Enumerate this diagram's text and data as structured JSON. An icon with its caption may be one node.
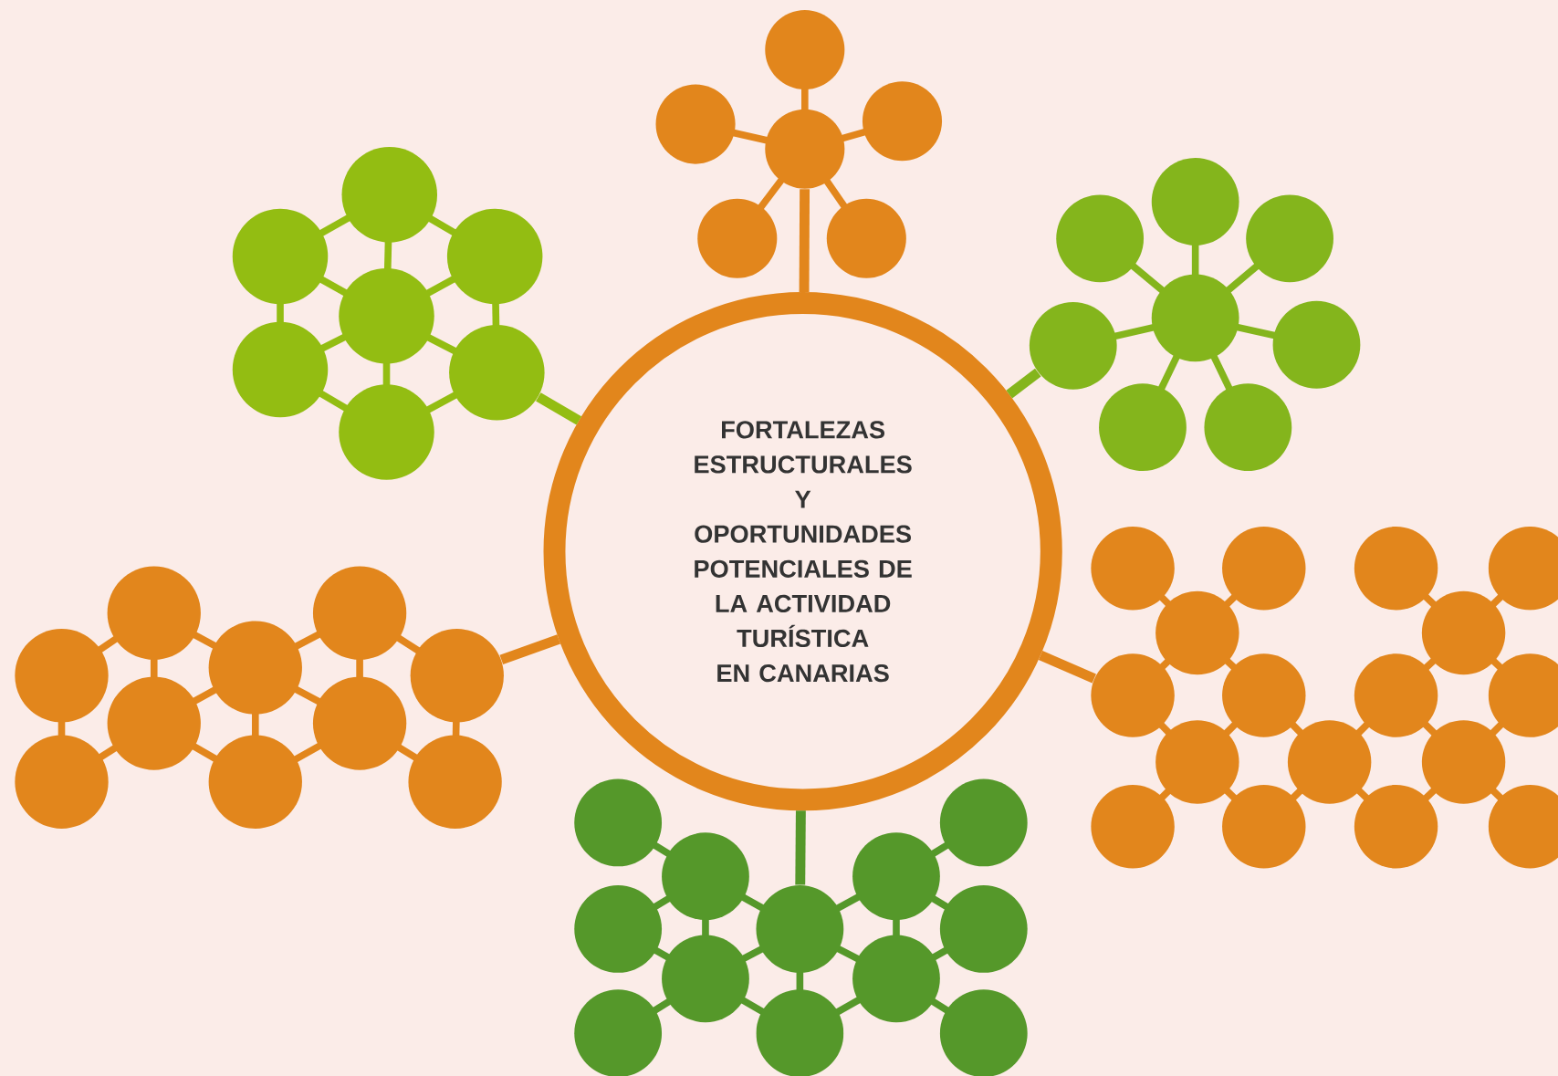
{
  "diagram": {
    "nodes": [
      {
        "text": [
          "FORTALEZAS ESTRUCTURALES Y OPORTUNIDADES POTENCIALES DE LA ACTIVIDAD TURÍSTICA EN CANARIAS"
        ]
      },
      {
        "text": [],
        "shape": "picture"
      },
      {
        "text": [],
        "shape": "picture"
      },
      {
        "text": [],
        "shape": "picture"
      },
      {
        "text": [],
        "shape": "picture"
      },
      {
        "text": [],
        "shape": "picture"
      },
      {
        "text": [],
        "shape": "picture"
      }
    ],
    "edges": [
      {
        "from": 0,
        "to": 1,
        "arrow": "none"
      },
      {
        "from": 0,
        "to": 2,
        "arrow": "none",
        "color": "#93bd12"
      },
      {
        "from": 0,
        "to": 3,
        "arrow": "none",
        "color": "#84b51c"
      },
      {
        "from": 0,
        "to": 4,
        "arrow": "none"
      },
      {
        "from": 0,
        "to": 5,
        "arrow": "none"
      },
      {
        "from": 0,
        "to": 6,
        "arrow": "none",
        "color": "#55982a"
      }
    ]
  }
}
